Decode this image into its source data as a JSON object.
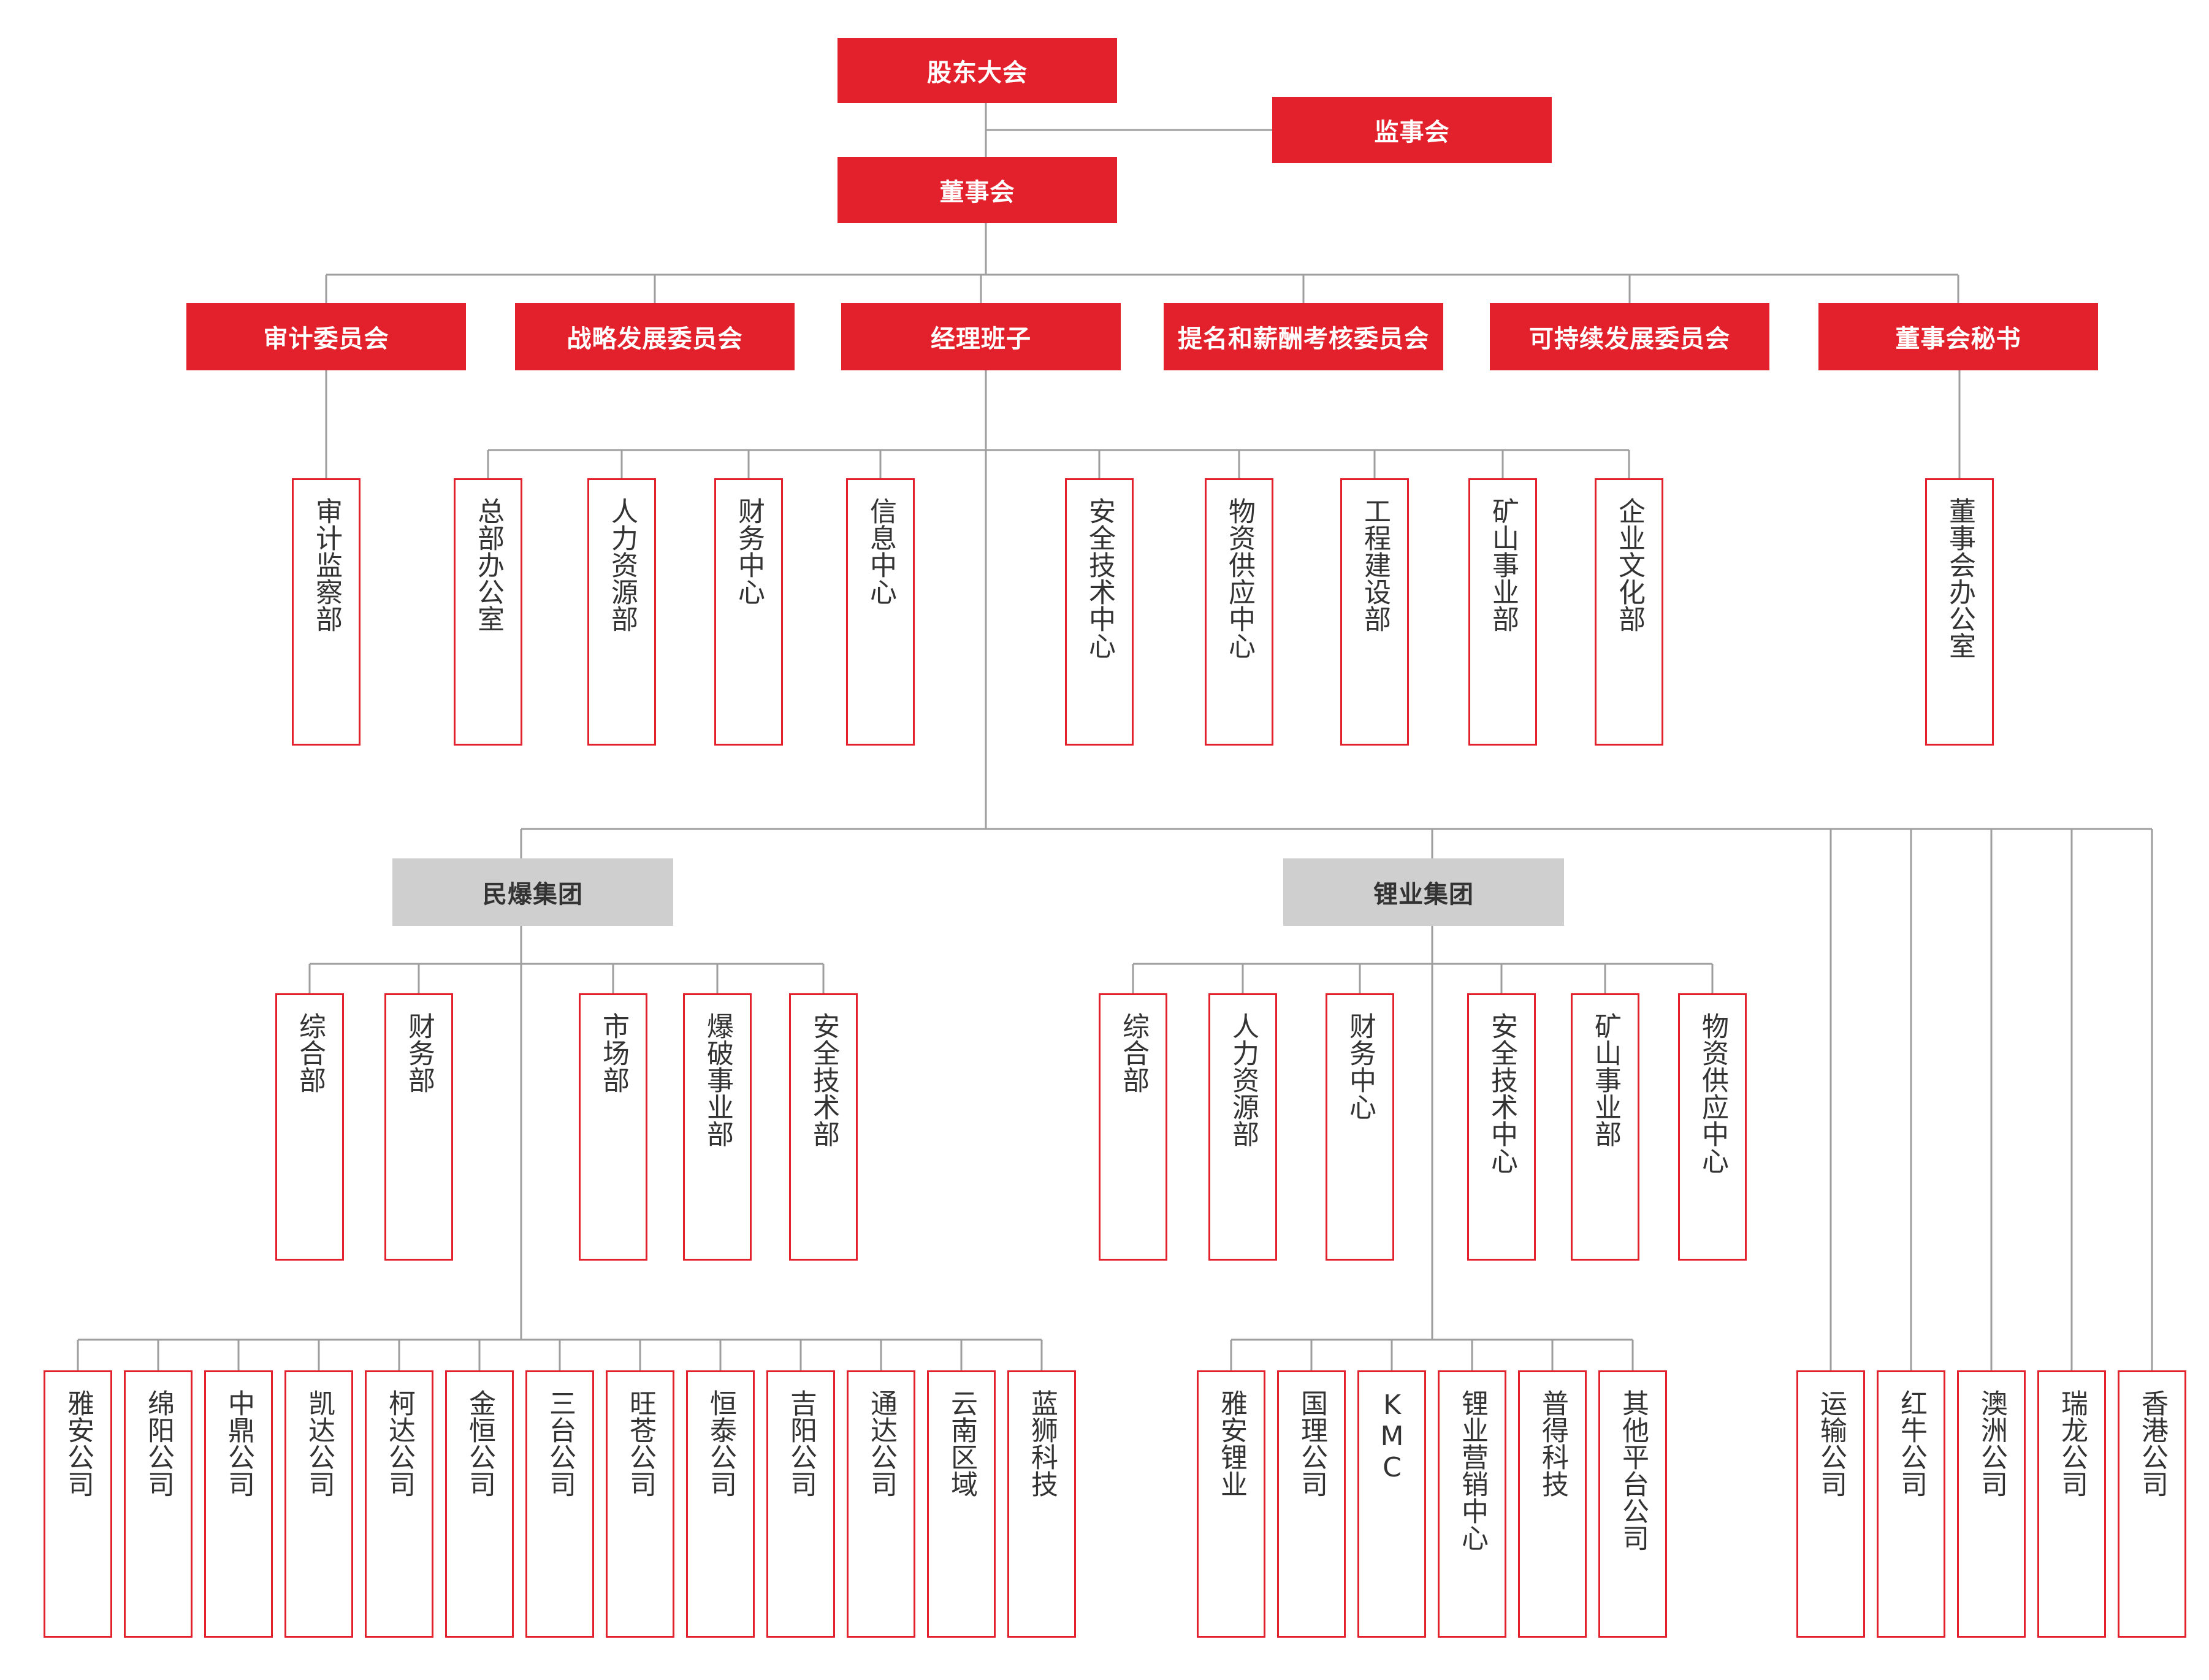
{
  "top": {
    "shareholders": "股东大会",
    "supervisors": "监事会",
    "board": "董事会"
  },
  "committees": [
    "审计委员会",
    "战略发展委员会",
    "经理班子",
    "提名和薪酬考核委员会",
    "可持续发展委员会",
    "董事会秘书"
  ],
  "level2": {
    "audit_dept": "审计监察部",
    "hq_depts": [
      "总部办公室",
      "人力资源部",
      "财务中心",
      "信息中心",
      "安全技术中心",
      "物资供应中心",
      "工程建设部",
      "矿山事业部",
      "企业文化部"
    ],
    "board_office": "董事会办公室"
  },
  "groups": {
    "explosives": "民爆集团",
    "lithium": "锂业集团"
  },
  "explosives_depts": [
    "综合部",
    "财务部",
    "市场部",
    "爆破事业部",
    "安全技术部"
  ],
  "lithium_depts": [
    "综合部",
    "人力资源部",
    "财务中心",
    "安全技术中心",
    "矿山事业部",
    "物资供应中心"
  ],
  "explosives_companies": [
    "雅安公司",
    "绵阳公司",
    "中鼎公司",
    "凯达公司",
    "柯达公司",
    "金恒公司",
    "三台公司",
    "旺苍公司",
    "恒泰公司",
    "吉阳公司",
    "通达公司",
    "云南区域",
    "蓝狮科技"
  ],
  "lithium_companies": [
    "雅安锂业",
    "国理公司",
    "KMC",
    "锂业营销中心",
    "普得科技",
    "其他平台公司"
  ],
  "direct_companies": [
    "运输公司",
    "红牛公司",
    "澳洲公司",
    "瑞龙公司",
    "香港公司"
  ],
  "colors": {
    "red": "#e3212c",
    "grey": "#cfcfcf",
    "line": "#9e9e9e"
  }
}
